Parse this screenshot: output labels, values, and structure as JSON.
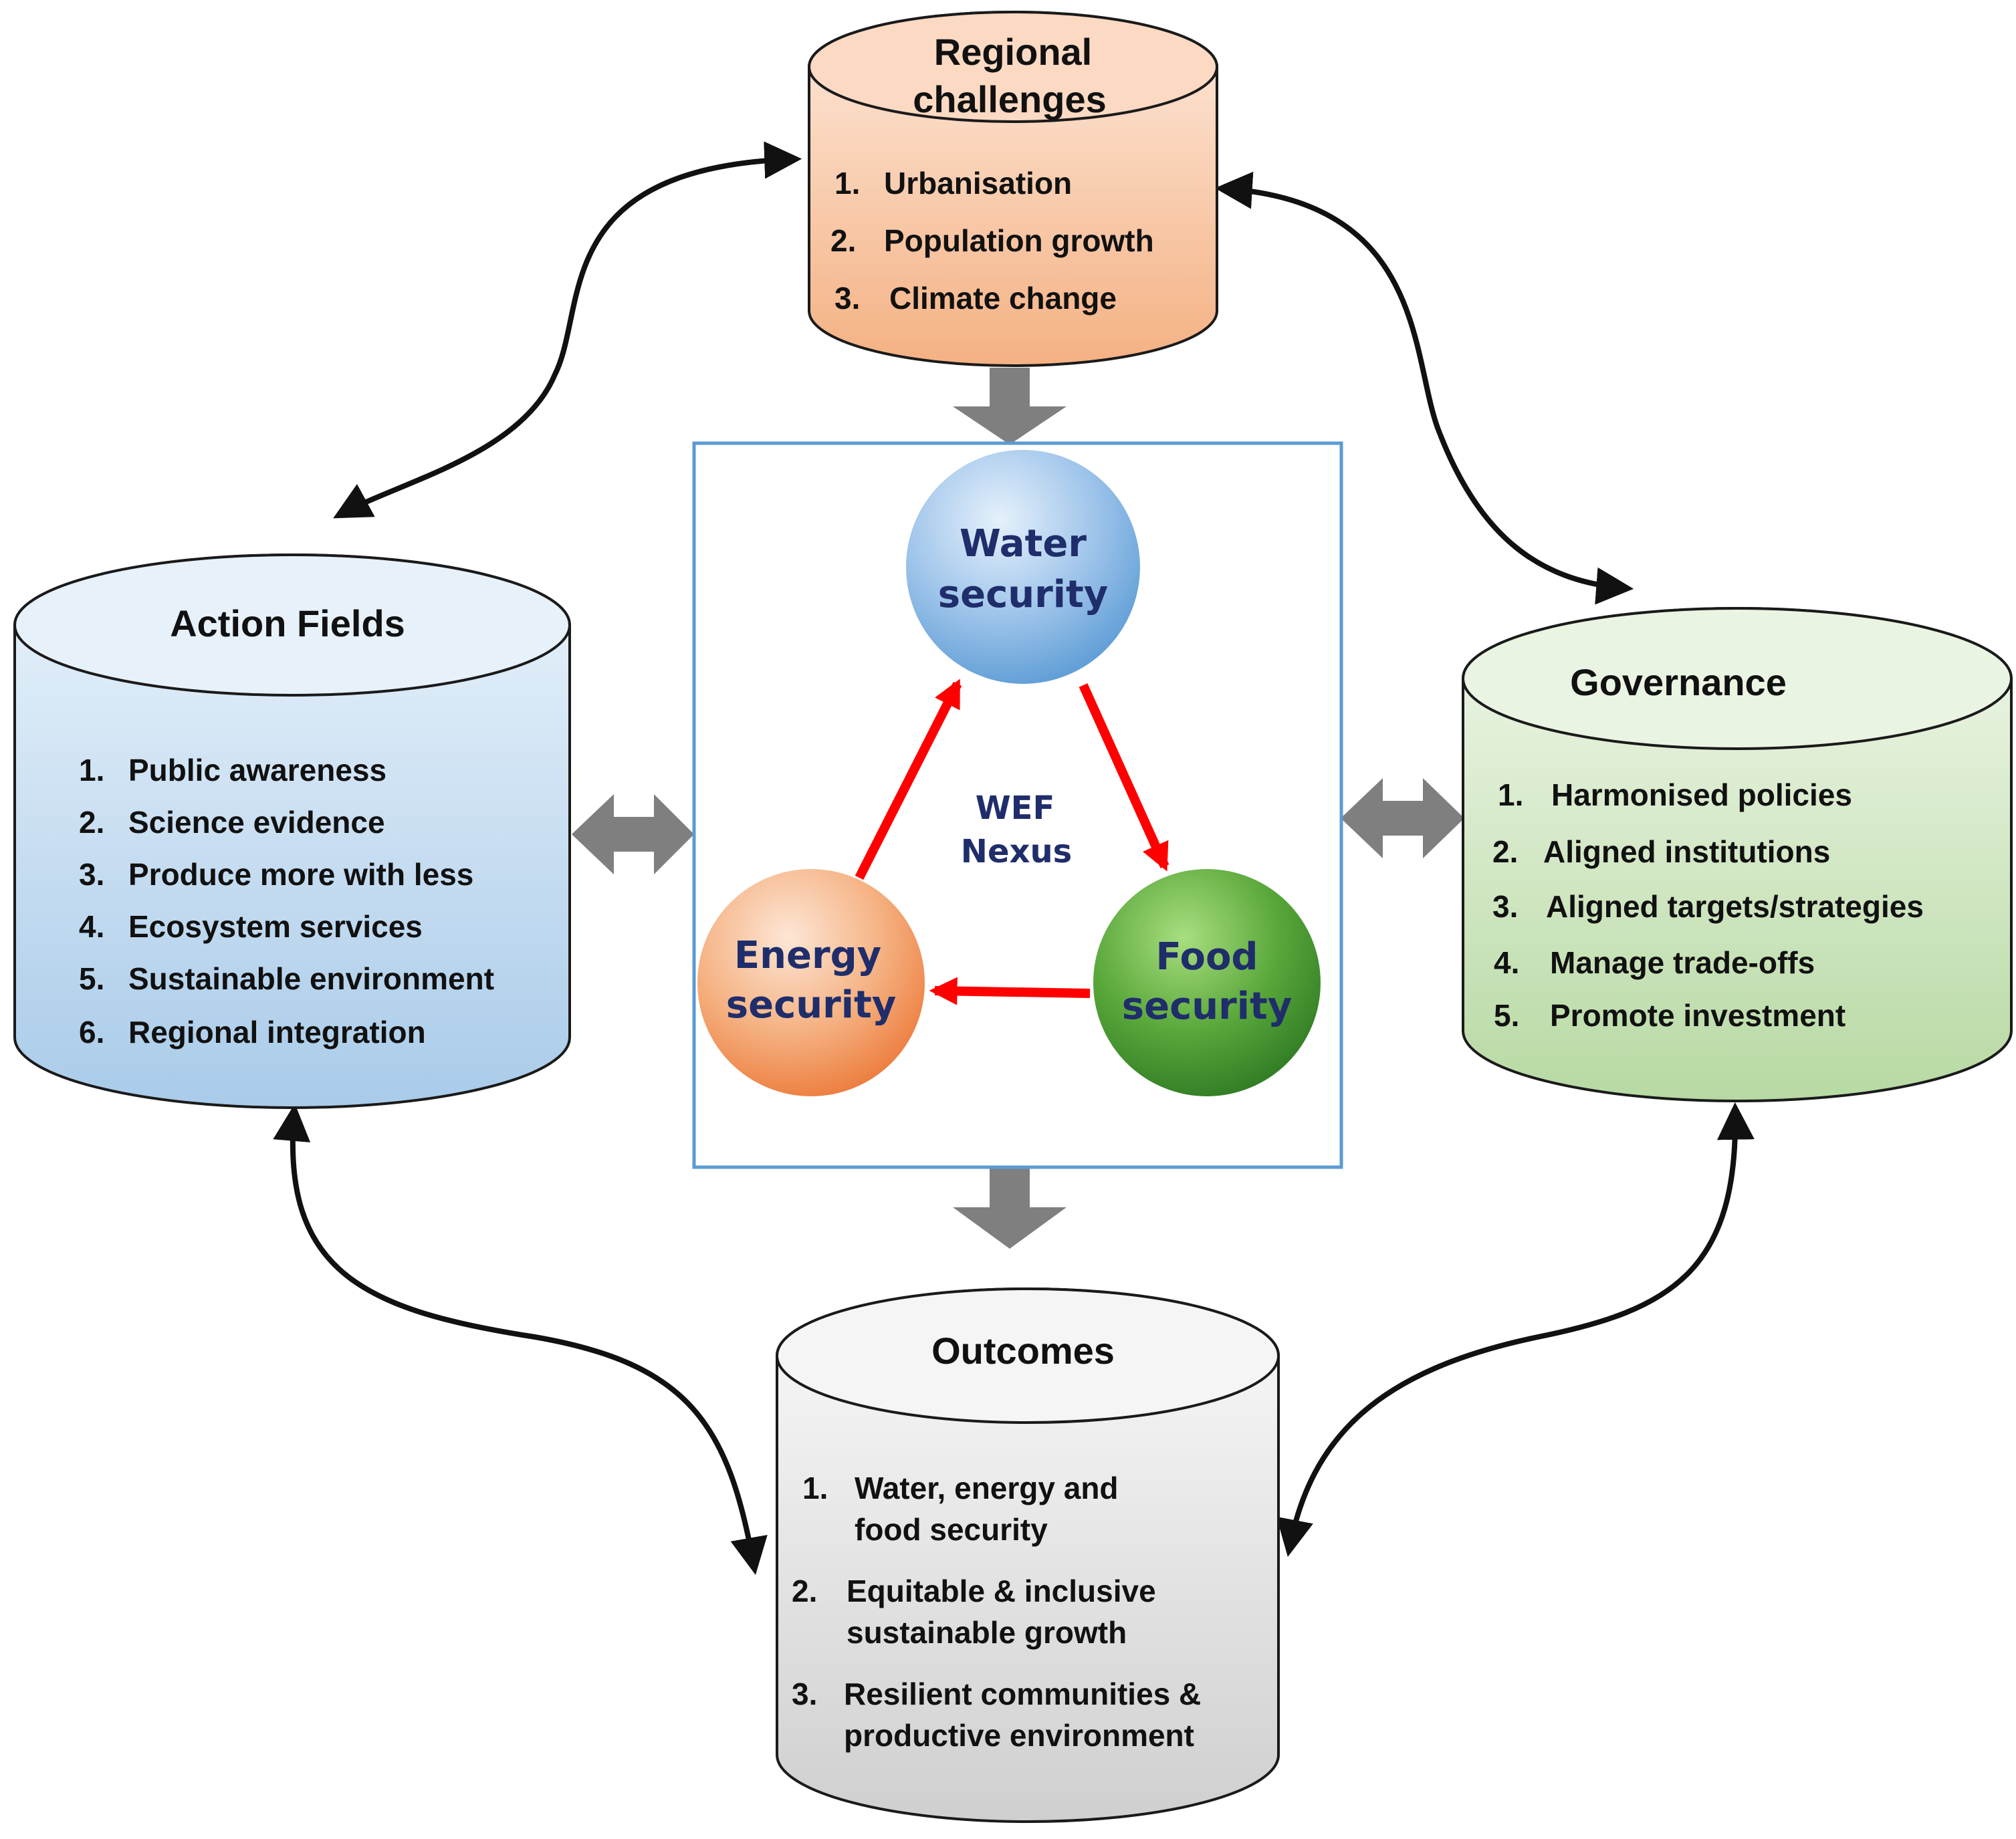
{
  "regional_challenges": {
    "title_line1": "Regional",
    "title_line2": "challenges",
    "items": [
      {
        "num": "1.",
        "text": "Urbanisation"
      },
      {
        "num": "2.",
        "text": "Population growth"
      },
      {
        "num": "3.",
        "text": "Climate change"
      }
    ],
    "color": "#f4b183"
  },
  "action_fields": {
    "title": "Action Fields",
    "items": [
      {
        "num": "1.",
        "text": "Public awareness"
      },
      {
        "num": "2.",
        "text": "Science evidence"
      },
      {
        "num": "3.",
        "text": "Produce more with less"
      },
      {
        "num": "4.",
        "text": "Ecosystem services"
      },
      {
        "num": "5.",
        "text": "Sustainable environment"
      },
      {
        "num": "6.",
        "text": "Regional integration"
      }
    ],
    "color": "#bdd7ee"
  },
  "governance": {
    "title": "Governance",
    "items": [
      {
        "num": "1.",
        "text": "Harmonised policies"
      },
      {
        "num": "2.",
        "text": "Aligned institutions"
      },
      {
        "num": "3.",
        "text": "Aligned targets/strategies"
      },
      {
        "num": "4.",
        "text": "Manage trade-offs"
      },
      {
        "num": "5.",
        "text": "Promote investment"
      }
    ],
    "color": "#c5e0b4"
  },
  "outcomes": {
    "title": "Outcomes",
    "items": [
      {
        "num": "1.",
        "line1": "Water, energy and",
        "line2": "food security"
      },
      {
        "num": "2.",
        "line1": "Equitable & inclusive",
        "line2": "sustainable growth"
      },
      {
        "num": "3.",
        "line1": "Resilient communities &",
        "line2": "productive environment"
      }
    ],
    "color": "#d9d9d9"
  },
  "nexus": {
    "center_line1": "WEF",
    "center_line2": "Nexus",
    "water": {
      "line1": "Water",
      "line2": "security",
      "color": "#5b9bd5"
    },
    "energy": {
      "line1": "Energy",
      "line2": "security",
      "color": "#ed7d31"
    },
    "food": {
      "line1": "Food",
      "line2": "security",
      "color": "#3a8a2a"
    },
    "arrow_color": "#ff0000",
    "box_color": "#5b9bd5",
    "text_color": "#1f2d6b"
  }
}
